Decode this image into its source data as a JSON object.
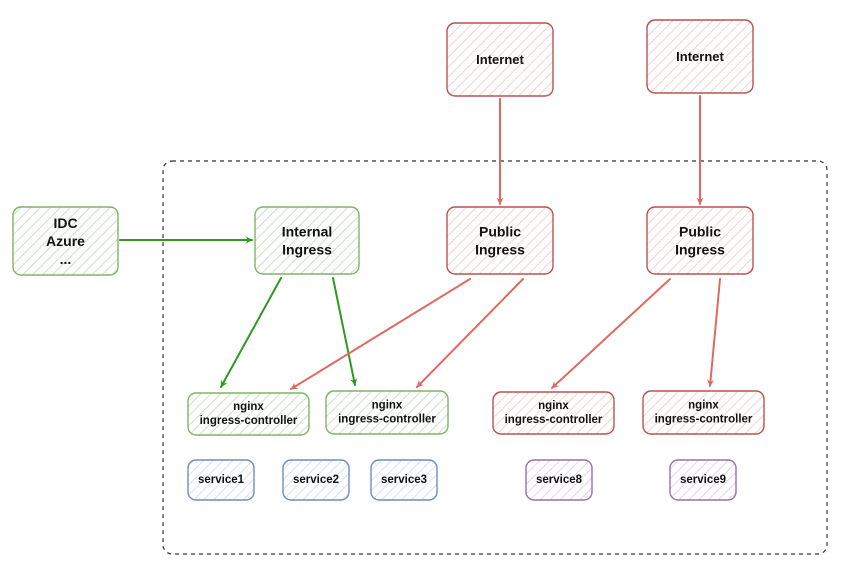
{
  "colors": {
    "green_stroke": "#82b366",
    "green_fill": "#d5e8d4",
    "green_edge": "#2e9a1f",
    "red_stroke": "#b85450",
    "red_fill": "#f8cecc",
    "red_edge": "#e06a63",
    "blue_stroke": "#6c8ebf",
    "blue_fill": "#dae8fc",
    "purple_stroke": "#9673a6",
    "purple_fill": "#e1d5e7",
    "boundary": "#333333"
  },
  "nodes": {
    "internet_1": {
      "lines": [
        "Internet"
      ]
    },
    "internet_2": {
      "lines": [
        "Internet"
      ]
    },
    "idc_azure": {
      "lines": [
        "IDC",
        "Azure",
        "..."
      ]
    },
    "internal_ingress": {
      "lines": [
        "Internal",
        "Ingress"
      ]
    },
    "public_ingress_1": {
      "lines": [
        "Public",
        "Ingress"
      ]
    },
    "public_ingress_2": {
      "lines": [
        "Public",
        "Ingress"
      ]
    },
    "controller_1": {
      "lines": [
        "nginx",
        "ingress-controller"
      ]
    },
    "controller_2": {
      "lines": [
        "nginx",
        "ingress-controller"
      ]
    },
    "controller_3": {
      "lines": [
        "nginx",
        "ingress-controller"
      ]
    },
    "controller_4": {
      "lines": [
        "nginx",
        "ingress-controller"
      ]
    },
    "service1": {
      "lines": [
        "service1"
      ]
    },
    "service2": {
      "lines": [
        "service2"
      ]
    },
    "service3": {
      "lines": [
        "service3"
      ]
    },
    "service8": {
      "lines": [
        "service8"
      ]
    },
    "service9": {
      "lines": [
        "service9"
      ]
    }
  },
  "edges": [
    {
      "from": "idc_azure",
      "to": "internal_ingress",
      "color": "green"
    },
    {
      "from": "internal_ingress",
      "to": "controller_1",
      "color": "green"
    },
    {
      "from": "internal_ingress",
      "to": "controller_2",
      "color": "green"
    },
    {
      "from": "internet_1",
      "to": "public_ingress_1",
      "color": "red"
    },
    {
      "from": "public_ingress_1",
      "to": "controller_1",
      "color": "red"
    },
    {
      "from": "public_ingress_1",
      "to": "controller_2",
      "color": "red"
    },
    {
      "from": "internet_2",
      "to": "public_ingress_2",
      "color": "red"
    },
    {
      "from": "public_ingress_2",
      "to": "controller_3",
      "color": "red"
    },
    {
      "from": "public_ingress_2",
      "to": "controller_4",
      "color": "red"
    }
  ]
}
